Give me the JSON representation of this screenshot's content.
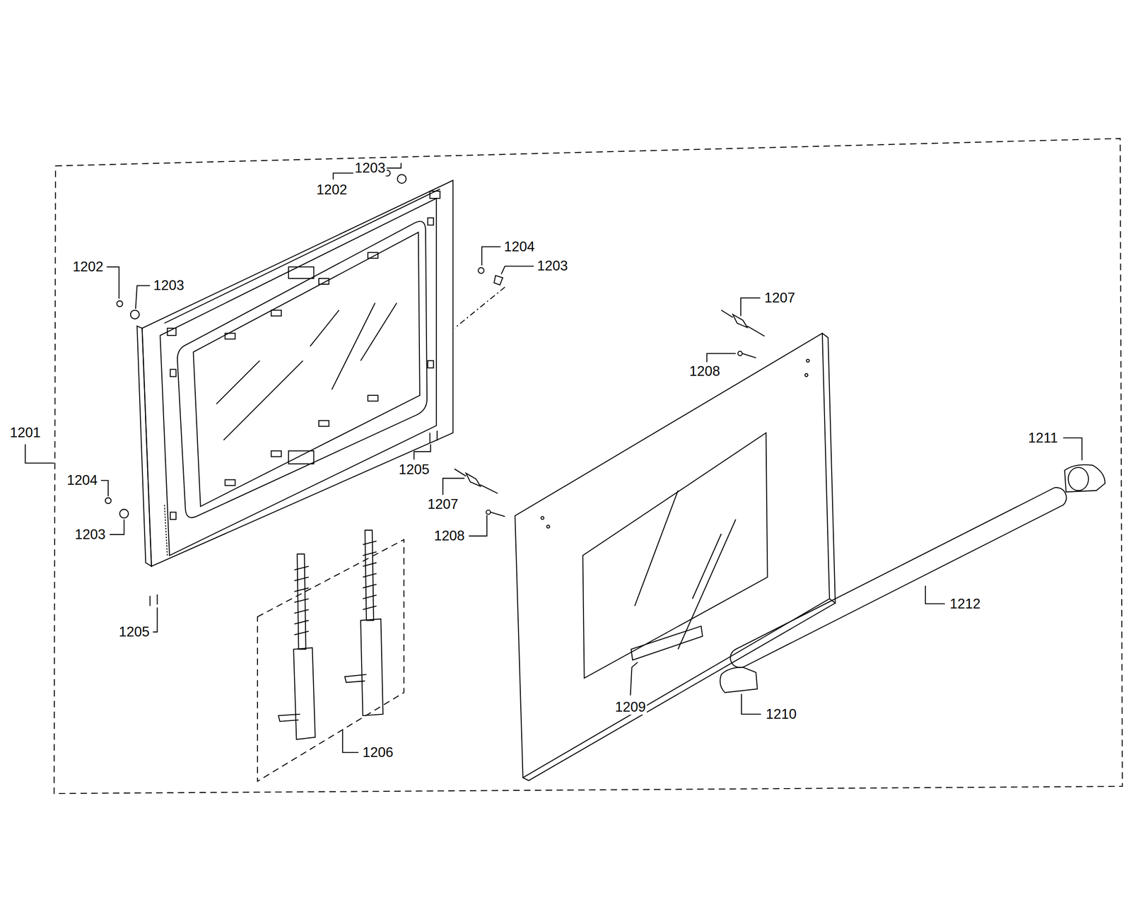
{
  "diagram": {
    "labels": [
      "1203",
      "1202",
      "1204",
      "1203",
      "1202",
      "1203",
      "1207",
      "1208",
      "1201",
      "1211",
      "1205",
      "1204",
      "1207",
      "1203",
      "1208",
      "1212",
      "1205",
      "1209",
      "1210",
      "1206"
    ]
  }
}
